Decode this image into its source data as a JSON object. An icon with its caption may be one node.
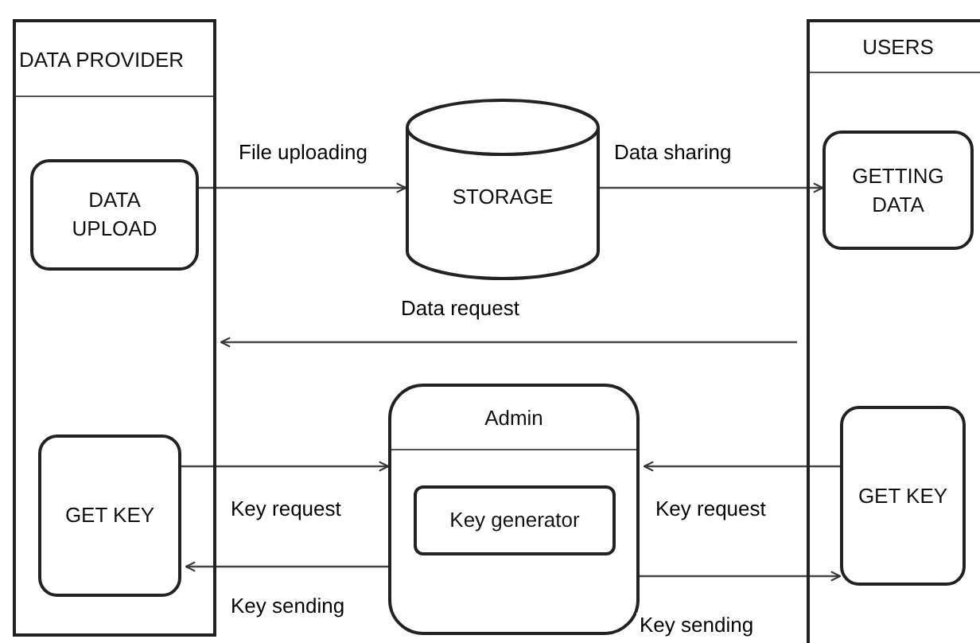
{
  "diagram": {
    "nodes": [
      {
        "text": [
          "DATA PROVIDER"
        ]
      },
      {
        "text": [
          "DATA UPLOAD"
        ],
        "in": 0
      },
      {
        "text": [
          "GET KEY"
        ],
        "in": 0
      },
      {
        "text": [
          "STORAGE"
        ]
      },
      {
        "text": [
          "Admin"
        ]
      },
      {
        "text": [
          "Key generator"
        ],
        "in": 4
      },
      {
        "text": [
          "USERS"
        ]
      },
      {
        "text": [
          "GETTING DATA"
        ],
        "in": 6
      },
      {
        "text": [
          "GET KEY"
        ],
        "in": 6
      }
    ],
    "edges": [
      {
        "from": 1,
        "to": 3,
        "arrow": "to",
        "label": "File uploading"
      },
      {
        "from": 3,
        "to": 7,
        "arrow": "to",
        "label": "Data sharing"
      },
      {
        "from": 6,
        "to": 0,
        "arrow": "to",
        "label": "Data request"
      },
      {
        "from": 2,
        "to": 4,
        "arrow": "to",
        "label": "Key request"
      },
      {
        "from": 4,
        "to": 2,
        "arrow": "to",
        "label": "Key sending"
      },
      {
        "from": 8,
        "to": 4,
        "arrow": "to",
        "label": "Key request"
      },
      {
        "from": 4,
        "to": 8,
        "arrow": "to",
        "label": "Key sending"
      }
    ]
  }
}
